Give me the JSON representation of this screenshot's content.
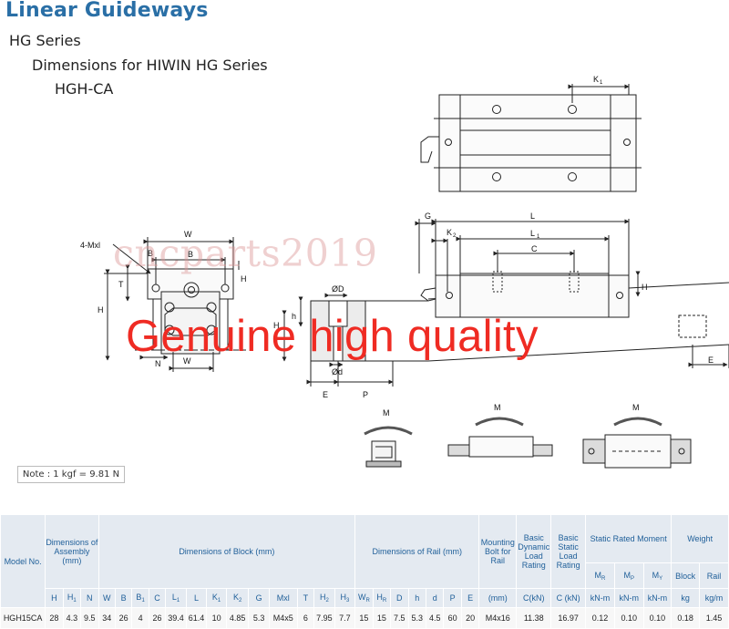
{
  "header": {
    "title": "Linear Guideways",
    "series": "HG Series",
    "dimensions_title": "Dimensions for HIWIN HG Series",
    "model": "HGH-CA"
  },
  "drawing_labels": {
    "K1": "K",
    "G": "G",
    "L": "L",
    "K2": "K",
    "L1": "L",
    "C": "C",
    "H3": "H",
    "W": "W",
    "four_mxl": "4-Mxl",
    "B1": "B",
    "B": "B",
    "H2": "H",
    "T": "T",
    "H": "H",
    "N": "N",
    "WR": "W",
    "OD": "ØD",
    "h": "h",
    "HR": "H",
    "Od": "Ød",
    "E_left": "E",
    "P": "P",
    "E_right": "E",
    "MR": "M",
    "MP": "M",
    "MY": "M"
  },
  "note": "Note : 1 kgf = 9.81 N",
  "watermark": "cncparts2019",
  "promo_text": "Genuine high quality",
  "table": {
    "groups": {
      "model_no": "Model No.",
      "assembly": "Dimensions of Assembly (mm)",
      "block": "Dimensions of Block (mm)",
      "rail": "Dimensions of Rail (mm)",
      "bolt": "Mounting Bolt for Rail",
      "dynamic": "Basic Dynamic Load Rating",
      "static": "Basic Static Load Rating",
      "moment": "Static Rated Moment",
      "weight": "Weight"
    },
    "sub_moment": [
      "M",
      "M",
      "M"
    ],
    "sub_weight": [
      "Block",
      "Rail"
    ],
    "units": {
      "assembly": [
        "H",
        "H",
        "N"
      ],
      "block": [
        "W",
        "B",
        "B",
        "C",
        "L",
        "L",
        "K",
        "K",
        "G",
        "Mxl",
        "T",
        "H",
        "H"
      ],
      "rail": [
        "W",
        "H",
        "D",
        "h",
        "d",
        "P",
        "E"
      ],
      "bolt": "(mm)",
      "dynamic": "C(kN)",
      "static": "C (kN)",
      "moment": [
        "kN-m",
        "kN-m",
        "kN-m"
      ],
      "weight": [
        "kg",
        "kg/m"
      ]
    },
    "row": {
      "model": "HGH15CA",
      "values": [
        "28",
        "4.3",
        "9.5",
        "34",
        "26",
        "4",
        "26",
        "39.4",
        "61.4",
        "10",
        "4.85",
        "5.3",
        "M4x5",
        "6",
        "7.95",
        "7.7",
        "15",
        "15",
        "7.5",
        "5.3",
        "4.5",
        "60",
        "20",
        "M4x16",
        "11.38",
        "16.97",
        "0.12",
        "0.10",
        "0.10",
        "0.18",
        "1.45"
      ]
    }
  },
  "colors": {
    "title": "#2a6fa6",
    "table_text": "#1f5f99",
    "table_header_bg": "#e4eaf1",
    "promo": "#ef2b23"
  }
}
